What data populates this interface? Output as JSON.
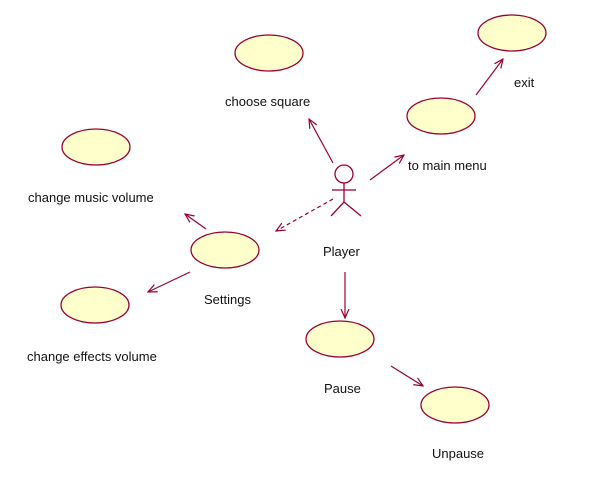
{
  "diagram": {
    "colors": {
      "ellipse_fill": "#FFFFCC",
      "stroke": "#990033",
      "text": "#111111"
    },
    "actor": {
      "label": "Player",
      "icon": "stick-figure-icon"
    },
    "use_cases": {
      "exit": "exit",
      "to_main_menu": "to main menu",
      "choose_square": "choose square",
      "change_music_volume": "change music volume",
      "settings": "Settings",
      "change_effects_volume": "change effects volume",
      "pause": "Pause",
      "unpause": "Unpause"
    }
  }
}
